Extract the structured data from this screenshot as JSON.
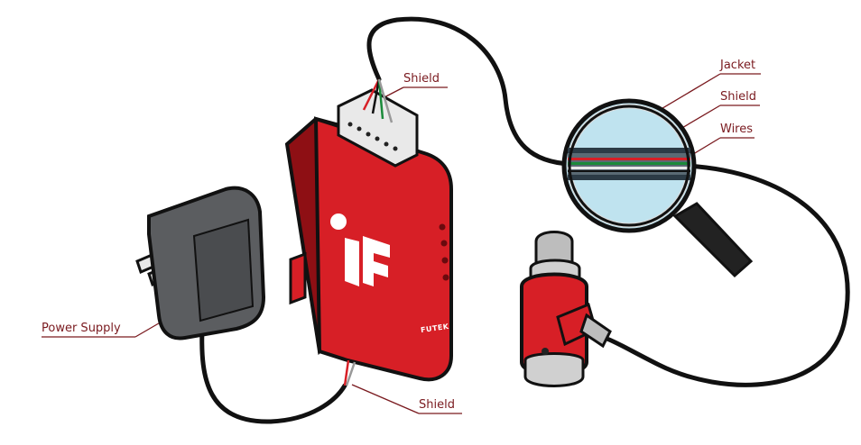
{
  "labels": {
    "power_supply": "Power Supply",
    "shield_top": "Shield",
    "shield_bottom": "Shield",
    "jacket": "Jacket",
    "shield_right": "Shield",
    "wires": "Wires"
  },
  "brand": {
    "text": "FUTEK"
  },
  "colors": {
    "device_red": "#d71f26",
    "device_dark_red": "#8e0f14",
    "cable_black": "#111111",
    "label_red": "#7a1a1f",
    "adapter_gray": "#5b5d60",
    "lens_blue": "#bfe3ef"
  }
}
